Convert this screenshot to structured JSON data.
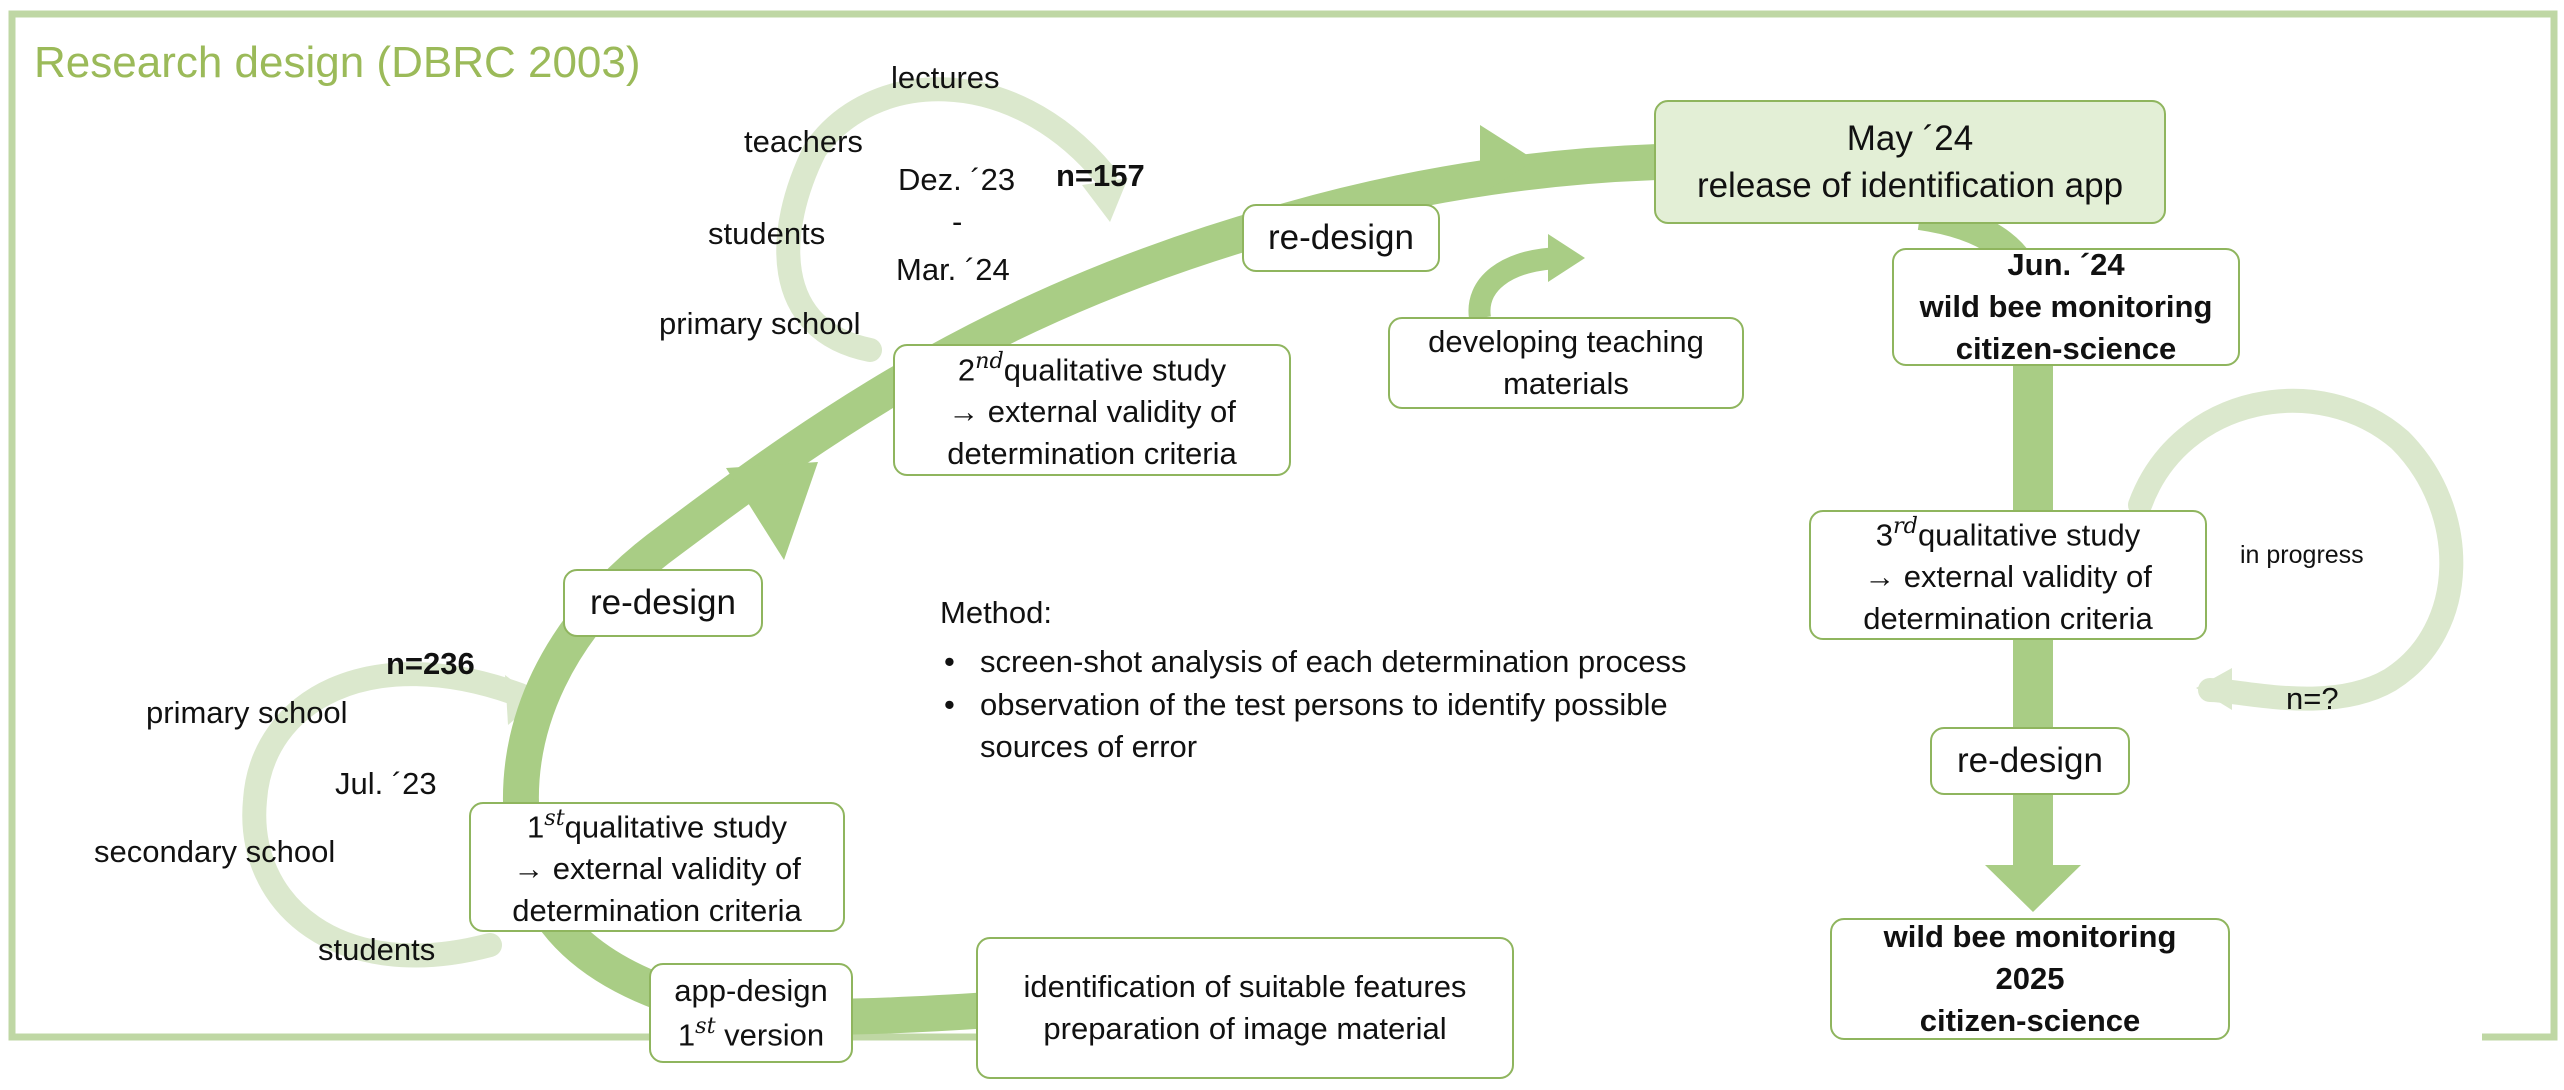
{
  "title": "Research design (DBRC 2003)",
  "colors": {
    "frame": "#bfd7a4",
    "flow": "#a9cd85",
    "cycle": "#dbe8cd",
    "box_border": "#8fb55e",
    "title": "#9bba59",
    "filled_box": "#e3efd6"
  },
  "boxes": {
    "app_design": {
      "line1": "app-design",
      "line2_num": "1",
      "line2_sup": "st",
      "line2_rest": " version"
    },
    "identification": {
      "line1": "identification of suitable features",
      "line2": "preparation of image material"
    },
    "study1": {
      "num": "1",
      "sup": "st",
      "rest": "qualitative study",
      "line2": "→ external validity of",
      "line3": "determination criteria"
    },
    "redesign1": "re-design",
    "study2": {
      "num": "2",
      "sup": "nd",
      "rest": "qualitative study",
      "line2": "→ external validity of",
      "line3": "determination criteria"
    },
    "redesign2": "re-design",
    "teaching": {
      "line1": "developing teaching",
      "line2": "materials"
    },
    "release": {
      "line1": "May ´24",
      "line2": "release of identification app"
    },
    "june": {
      "line1": "Jun. ´24",
      "line2": "wild bee monitoring",
      "line3": "citizen-science"
    },
    "study3": {
      "num": "3",
      "sup": "rd",
      "rest": "qualitative study",
      "line2": "→ external validity of",
      "line3": "determination criteria"
    },
    "redesign3": "re-design",
    "final": {
      "line1": "wild bee monitoring",
      "line2": "2025",
      "line3": "citizen-science"
    }
  },
  "cycle1": {
    "n": "n=236",
    "date": "Jul. ´23",
    "participants": [
      "primary school",
      "secondary school",
      "students"
    ]
  },
  "cycle2": {
    "n": "n=157",
    "date_start": "Dez. ´23",
    "date_sep": "-",
    "date_end": "Mar. ´24",
    "participants": [
      "lectures",
      "teachers",
      "students",
      "primary school"
    ]
  },
  "cycle3": {
    "n": "n=?",
    "status": "in progress"
  },
  "method": {
    "heading": "Method:",
    "items": [
      "screen-shot analysis of each determination process",
      "observation of the test persons to identify possible",
      "sources of error"
    ]
  }
}
